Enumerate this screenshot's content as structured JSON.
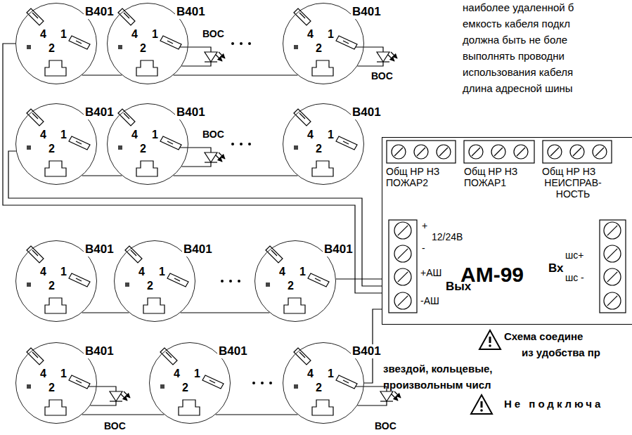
{
  "diagram": {
    "nodes": [
      {
        "text": [
          "В401",
          "4",
          "1",
          "2"
        ]
      },
      {
        "text": [
          "В401",
          "4",
          "1",
          "2"
        ]
      },
      {
        "text": [
          "В401",
          "4",
          "1",
          "2"
        ]
      },
      {
        "text": [
          "В401",
          "4",
          "1",
          "2"
        ]
      },
      {
        "text": [
          "В401",
          "4",
          "1",
          "2"
        ]
      },
      {
        "text": [
          "В401",
          "4",
          "1",
          "2"
        ]
      },
      {
        "text": [
          "В401",
          "4",
          "1",
          "2"
        ]
      },
      {
        "text": [
          "В401",
          "4",
          "1",
          "2"
        ]
      },
      {
        "text": [
          "В401",
          "4",
          "1",
          "2"
        ]
      },
      {
        "text": [
          "В401",
          "4",
          "1",
          "2"
        ]
      },
      {
        "text": [
          "В401",
          "4",
          "1",
          "2"
        ]
      },
      {
        "text": [
          "В401",
          "4",
          "1",
          "2"
        ]
      },
      {
        "text": [
          "АМ-99"
        ]
      }
    ],
    "edges": [
      {
        "from": 0,
        "to": 1,
        "arrow": "none"
      },
      {
        "from": 1,
        "to": 2,
        "arrow": "none"
      },
      {
        "from": 3,
        "to": 4,
        "arrow": "none"
      },
      {
        "from": 4,
        "to": 5,
        "arrow": "none"
      },
      {
        "from": 6,
        "to": 7,
        "arrow": "none"
      },
      {
        "from": 7,
        "to": 8,
        "arrow": "none"
      },
      {
        "from": 9,
        "to": 10,
        "arrow": "none"
      },
      {
        "from": 10,
        "to": 11,
        "arrow": "none"
      },
      {
        "from": 12,
        "to": 8,
        "arrow": "none"
      },
      {
        "from": 12,
        "to": 11,
        "arrow": "none"
      },
      {
        "from": 12,
        "to": 3,
        "arrow": "none"
      },
      {
        "from": 12,
        "to": 0,
        "arrow": "none"
      }
    ],
    "labels": [
      "ВОС",
      "ВОС",
      "ВОС",
      "ВОС",
      "ВОС",
      "наиболее удаленной б",
      "емкость кабеля подкл",
      "должна быть не боле",
      "выполнять проводни",
      "использования кабеля",
      "длина адресной шины",
      "Общ НР НЗ",
      "ПОЖАР2",
      "Общ НР НЗ",
      "ПОЖАР1",
      "Общ НР НЗ",
      "НЕИСПРАВ- НОСТЬ",
      "+",
      "12/24В",
      "-",
      "+АШ",
      "Вых",
      "-АШ",
      "Вх",
      "шс+",
      "шс -",
      "Схема соедине",
      "из удобства пр",
      "звездой, кольцевые,",
      "произвольным числ",
      "Не подключа"
    ]
  }
}
